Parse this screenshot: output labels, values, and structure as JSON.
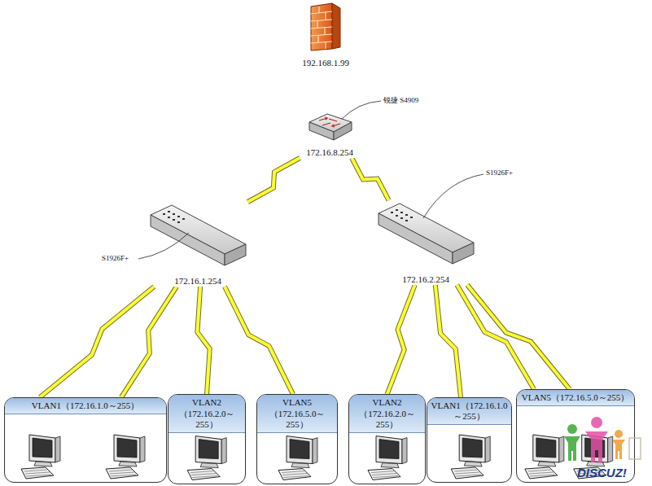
{
  "diagram": {
    "nodes": [
      {
        "text": [
          "192.168.1.99"
        ]
      },
      {
        "text": [
          "172.16.8.254"
        ]
      },
      {
        "text": [
          "172.16.1.254"
        ]
      },
      {
        "text": [
          "172.16.2.254"
        ]
      },
      {
        "text": [
          "VLAN1（172.16.1.0～255）"
        ]
      },
      {
        "text": [
          "VLAN2（172.16.2.0～255）"
        ]
      },
      {
        "text": [
          "VLAN5（172.16.5.0～255）"
        ]
      },
      {
        "text": [
          "VLAN2（172.16.2.0～255）"
        ]
      },
      {
        "text": [
          "VLAN1（172.16.1.0～255）"
        ]
      },
      {
        "text": [
          "VLAN5（172.16.5.0～255）"
        ]
      }
    ],
    "edges": [
      {
        "from": 1,
        "to": 2,
        "arrow": "none"
      },
      {
        "from": 1,
        "to": 3,
        "arrow": "none"
      },
      {
        "from": 2,
        "to": 4,
        "arrow": "none"
      },
      {
        "from": 2,
        "to": 4,
        "arrow": "none"
      },
      {
        "from": 2,
        "to": 5,
        "arrow": "none"
      },
      {
        "from": 2,
        "to": 6,
        "arrow": "none"
      },
      {
        "from": 3,
        "to": 7,
        "arrow": "none"
      },
      {
        "from": 3,
        "to": 8,
        "arrow": "none"
      },
      {
        "from": 3,
        "to": 9,
        "arrow": "none"
      },
      {
        "from": 3,
        "to": 9,
        "arrow": "none"
      }
    ],
    "labels": [
      "锐捷 S4909",
      "S1926F+",
      "S1926F+",
      "DISCUZ!"
    ]
  }
}
